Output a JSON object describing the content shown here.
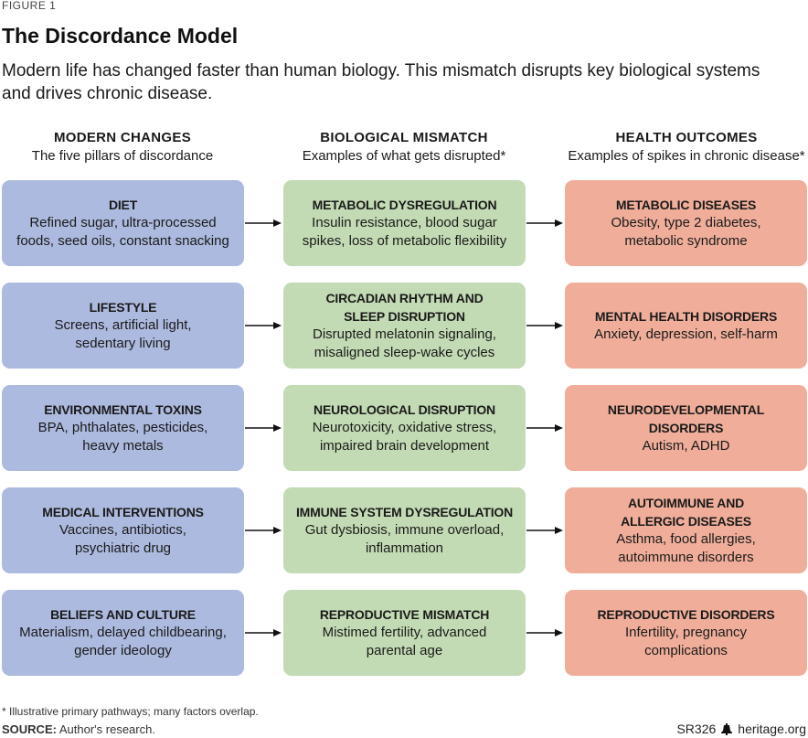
{
  "figure_label": "FIGURE 1",
  "title": "The Discordance Model",
  "subtitle": "Modern life has changed faster than human biology. This mismatch disrupts key biological systems and drives chronic disease.",
  "columns": [
    {
      "heading": "MODERN CHANGES",
      "subheading": "The five pillars of discordance"
    },
    {
      "heading": "BIOLOGICAL MISMATCH",
      "subheading": "Examples of what gets disrupted*"
    },
    {
      "heading": "HEALTH OUTCOMES",
      "subheading": "Examples of spikes in chronic disease*"
    }
  ],
  "rows": [
    {
      "change": {
        "title": "DIET",
        "desc": "Refined sugar, ultra-processed\nfoods, seed oils, constant snacking"
      },
      "mismatch": {
        "title": "METABOLIC DYSREGULATION",
        "desc": "Insulin resistance, blood sugar\nspikes, loss of metabolic flexibility"
      },
      "outcome": {
        "title": "METABOLIC DISEASES",
        "desc": "Obesity, type 2 diabetes,\nmetabolic syndrome"
      }
    },
    {
      "change": {
        "title": "LIFESTYLE",
        "desc": "Screens, artificial light,\nsedentary living"
      },
      "mismatch": {
        "title": "CIRCADIAN RHYTHM AND\nSLEEP DISRUPTION",
        "desc": "Disrupted melatonin signaling,\nmisaligned sleep-wake cycles"
      },
      "outcome": {
        "title": "MENTAL HEALTH DISORDERS",
        "desc": "Anxiety, depression, self-harm"
      }
    },
    {
      "change": {
        "title": "ENVIRONMENTAL TOXINS",
        "desc": "BPA, phthalates, pesticides,\nheavy metals"
      },
      "mismatch": {
        "title": "NEUROLOGICAL DISRUPTION",
        "desc": "Neurotoxicity, oxidative stress,\nimpaired brain development"
      },
      "outcome": {
        "title": "NEURODEVELOPMENTAL\nDISORDERS",
        "desc": "Autism, ADHD"
      }
    },
    {
      "change": {
        "title": "MEDICAL INTERVENTIONS",
        "desc": "Vaccines, antibiotics,\npsychiatric drug"
      },
      "mismatch": {
        "title": "IMMUNE SYSTEM DYSREGULATION",
        "desc": "Gut dysbiosis, immune overload,\ninflammation"
      },
      "outcome": {
        "title": "AUTOIMMUNE AND\nALLERGIC DISEASES",
        "desc": "Asthma, food allergies,\nautoimmune disorders"
      }
    },
    {
      "change": {
        "title": "BELIEFS AND CULTURE",
        "desc": "Materialism, delayed childbearing,\ngender ideology"
      },
      "mismatch": {
        "title": "REPRODUCTIVE MISMATCH",
        "desc": "Mistimed fertility, advanced\nparental age"
      },
      "outcome": {
        "title": "REPRODUCTIVE DISORDERS",
        "desc": "Infertility, pregnancy\ncomplications"
      }
    }
  ],
  "footnote": "* Illustrative primary pathways; many factors overlap.",
  "source_label": "SOURCE:",
  "source_text": "Author's research.",
  "report_id": "SR326",
  "site": "heritage.org",
  "colors": {
    "change": "#adbadf",
    "mismatch": "#c3dbb4",
    "outcome": "#f0ae9a"
  }
}
